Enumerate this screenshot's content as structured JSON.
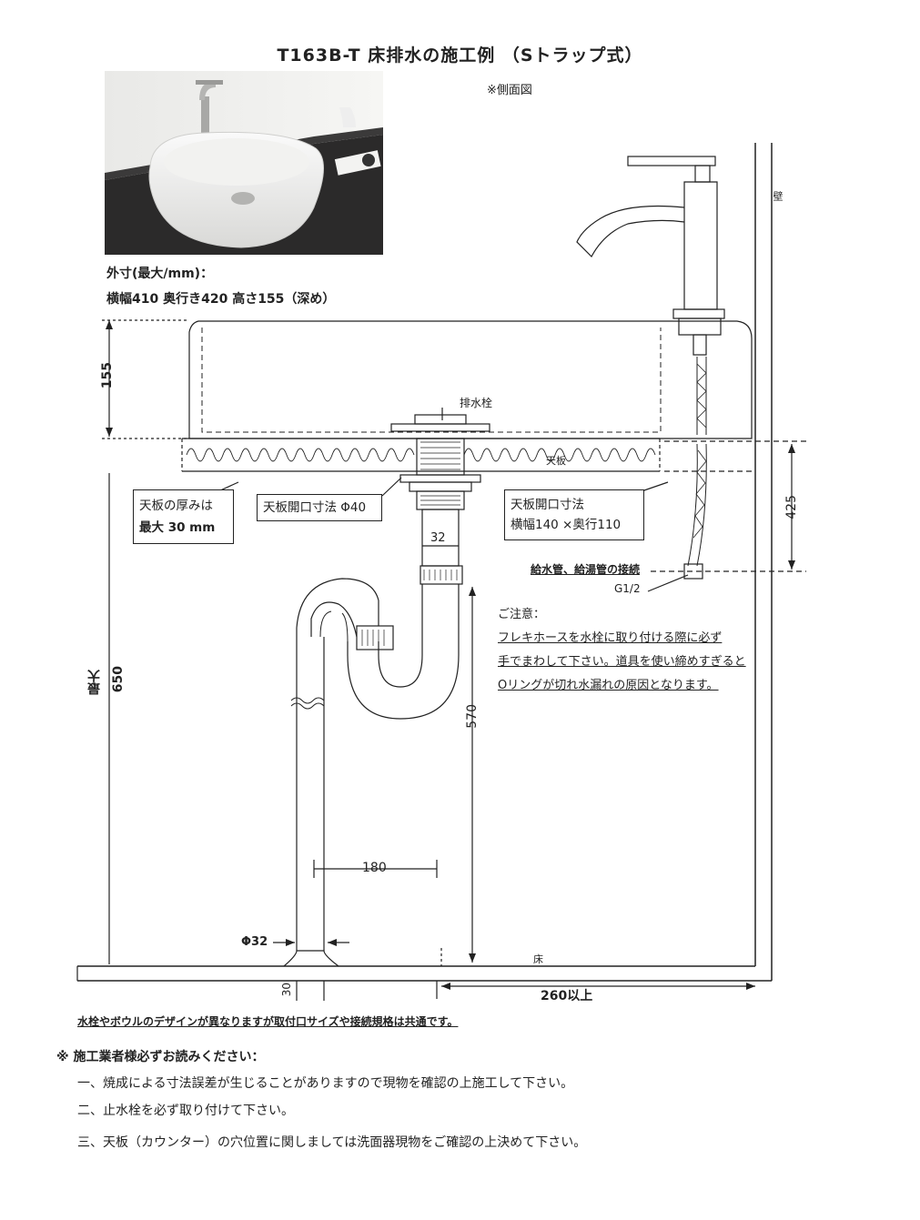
{
  "title": "T163B-T 床排水の施工例 （Sトラップ式）",
  "side_view_note": "※側面図",
  "photo": {
    "caption": ""
  },
  "specs": {
    "label": "外寸(最大/mm)：",
    "values": "横幅410 奥行き420 高さ155（深め）"
  },
  "dimensions": {
    "bowl_height": "155",
    "max_label": "最大",
    "max_value": "650",
    "supply_height": "425",
    "tail_pipe": "32",
    "trap_height": "570",
    "trap_offset": "180",
    "pipe_dia": "Φ32",
    "floor_gap": "30",
    "wall_distance": "260以上"
  },
  "labels": {
    "drain_plug": "排水栓",
    "counter": "天板",
    "wall": "壁",
    "floor": "床",
    "thread": "G1/2",
    "supply_connection": "給水管、給湯管の接続"
  },
  "callouts": {
    "counter_thickness_1": "天板の厚みは",
    "counter_thickness_2": "最大 30 mm",
    "counter_hole": "天板開口寸法 Φ40",
    "counter_opening_1": "天板開口寸法",
    "counter_opening_2": "横幅140 ×奥行110"
  },
  "caution": {
    "title": "ご注意：",
    "line1": "フレキホースを水栓に取り付ける際に必ず",
    "line2": "手でまわして下さい。道具を使い締めすぎると",
    "line3": "Oリングが切れ水漏れの原因となります。"
  },
  "common_note": "水栓やボウルのデザインが異なりますが取付口サイズや接続規格は共通です。",
  "notice": {
    "title": "※ 施工業者様必ずお読みください：",
    "items": [
      "一、焼成による寸法誤差が生じることがありますので現物を確認の上施工して下さい。",
      "二、止水栓を必ず取り付けて下さい。",
      "三、天板（カウンター）の穴位置に関しましては洗面器現物をご確認の上決めて下さい。"
    ]
  }
}
